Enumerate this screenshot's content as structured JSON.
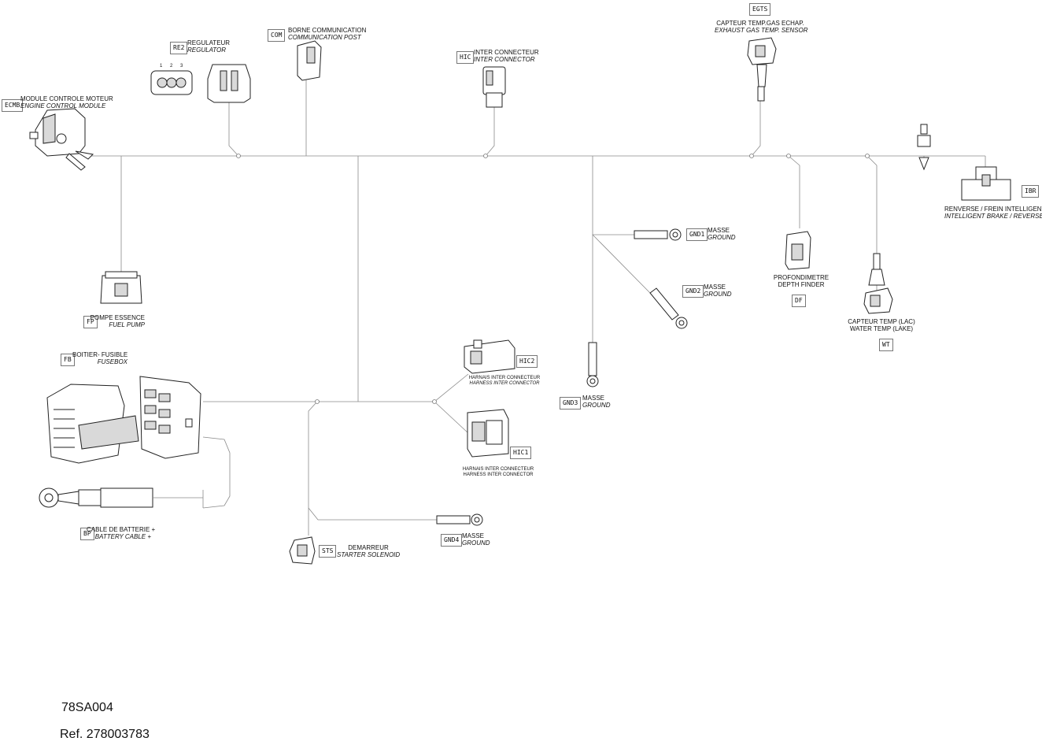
{
  "components": {
    "ecm": {
      "code": "ECMB",
      "fr": "MODULE CONTROLE MOTEUR",
      "en": "ENGINE CONTROL MODULE"
    },
    "re2": {
      "code": "RE2",
      "fr": "REGULATEUR",
      "en": "REGULATOR",
      "pins": [
        "1",
        "2",
        "3"
      ]
    },
    "com": {
      "code": "COM",
      "fr": "BORNE COMMUNICATION",
      "en": "COMMUNICATION POST"
    },
    "hic": {
      "code": "HIC",
      "fr": "INTER CONNECTEUR",
      "en": "INTER CONNECTOR"
    },
    "egts": {
      "code": "EGTS",
      "fr": "CAPTEUR TEMP.GAS ECHAP.",
      "en": "EXHAUST GAS TEMP. SENSOR"
    },
    "ibr": {
      "code": "IBR",
      "fr": "RENVERSE / FREIN INTELLIGENT",
      "en": "INTELLIGENT BRAKE / REVERSE"
    },
    "gnd1": {
      "code": "GND1",
      "fr": "MASSE",
      "en": "GROUND"
    },
    "gnd2": {
      "code": "GND2",
      "fr": "MASSE",
      "en": "GROUND"
    },
    "gnd3": {
      "code": "GND3",
      "fr": "MASSE",
      "en": "GROUND"
    },
    "gnd4": {
      "code": "GND4",
      "fr": "MASSE",
      "en": "GROUND"
    },
    "df": {
      "code": "DF",
      "fr": "PROFONDIMETRE",
      "en": "DEPTH FINDER"
    },
    "wt": {
      "code": "WT",
      "fr": "CAPTEUR TEMP (LAC)",
      "en": "WATER TEMP (LAKE)"
    },
    "fp": {
      "code": "FP",
      "fr": "POMPE ESSENCE",
      "en": "FUEL PUMP"
    },
    "fb": {
      "code": "FB",
      "fr": "BOITIER- FUSIBLE",
      "en": "FUSEBOX"
    },
    "hic2": {
      "code": "HIC2",
      "fr": "HARNAIS INTER CONNECTEUR",
      "en": "HARNESS INTER CONNECTOR"
    },
    "hic1": {
      "code": "HIC1",
      "fr": "HARNAIS INTER CONNECTEUR",
      "en": "HARNESS INTER CONNECTOR"
    },
    "bp": {
      "code": "BP",
      "fr": "CABLE DE BATTERIE +",
      "en": "BATTERY CABLE +"
    },
    "sts": {
      "code": "STS",
      "fr": "DEMARREUR",
      "en": "STARTER SOLENOID"
    }
  },
  "footer": {
    "drawing_id": "78SA004",
    "reference": "Ref. 278003783"
  }
}
